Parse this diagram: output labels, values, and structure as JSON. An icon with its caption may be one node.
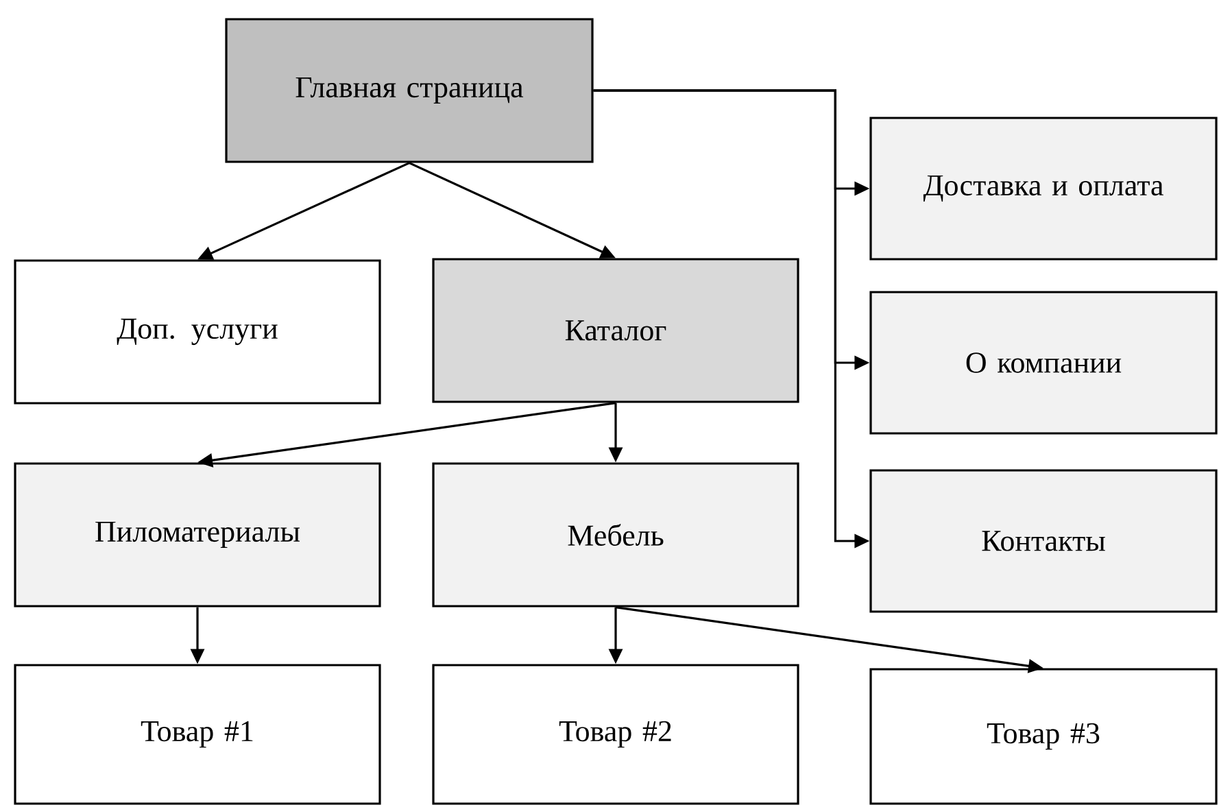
{
  "diagram": {
    "nodes": [
      {
        "text": [
          "Главная страница"
        ]
      },
      {
        "text": [
          "Доп. услуги"
        ]
      },
      {
        "text": [
          "Каталог"
        ]
      },
      {
        "text": [
          "Доставка и оплата"
        ]
      },
      {
        "text": [
          "О компании"
        ]
      },
      {
        "text": [
          "Контакты"
        ]
      },
      {
        "text": [
          "Пиломатериалы"
        ]
      },
      {
        "text": [
          "Мебель"
        ]
      },
      {
        "text": [
          "Товар #1"
        ]
      },
      {
        "text": [
          "Товар #2"
        ]
      },
      {
        "text": [
          "Товар #3"
        ]
      }
    ],
    "edges": [
      {
        "from": 0,
        "to": 1,
        "arrow": "to"
      },
      {
        "from": 0,
        "to": 2,
        "arrow": "to"
      },
      {
        "from": 0,
        "to": 3,
        "arrow": "to"
      },
      {
        "from": 0,
        "to": 4,
        "arrow": "to"
      },
      {
        "from": 0,
        "to": 5,
        "arrow": "to"
      },
      {
        "from": 2,
        "to": 6,
        "arrow": "to"
      },
      {
        "from": 2,
        "to": 7,
        "arrow": "to"
      },
      {
        "from": 6,
        "to": 8,
        "arrow": "to"
      },
      {
        "from": 7,
        "to": 9,
        "arrow": "to"
      },
      {
        "from": 7,
        "to": 10,
        "arrow": "to"
      }
    ]
  }
}
